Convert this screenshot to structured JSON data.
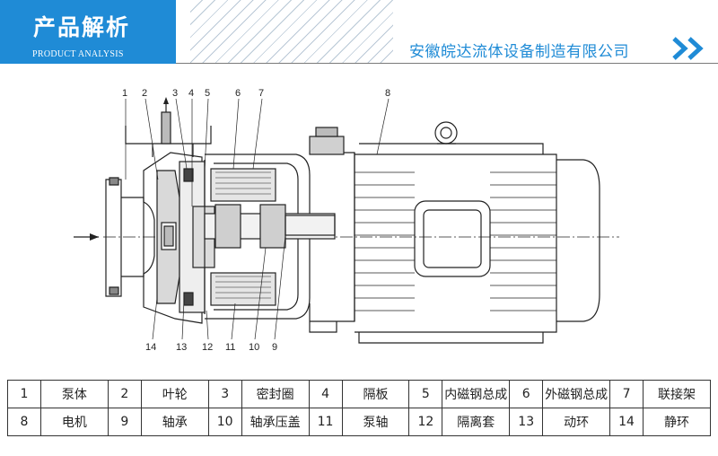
{
  "header": {
    "title": "产品解析",
    "subtitle": "PRODUCT ANALYSIS",
    "company": "安徽皖达流体设备制造有限公司",
    "accent_color": "#1f8bd6"
  },
  "diagram": {
    "callouts_top": [
      "1",
      "2",
      "3",
      "4",
      "5",
      "6",
      "7",
      "8"
    ],
    "callouts_bottom": [
      "14",
      "13",
      "12",
      "11",
      "10",
      "9"
    ]
  },
  "parts": [
    [
      {
        "num": "1",
        "name": "泵体"
      },
      {
        "num": "2",
        "name": "叶轮"
      },
      {
        "num": "3",
        "name": "密封圈"
      },
      {
        "num": "4",
        "name": "隔板"
      },
      {
        "num": "5",
        "name": "内磁钢总成"
      },
      {
        "num": "6",
        "name": "外磁钢总成"
      },
      {
        "num": "7",
        "name": "联接架"
      }
    ],
    [
      {
        "num": "8",
        "name": "电机"
      },
      {
        "num": "9",
        "name": "轴承"
      },
      {
        "num": "10",
        "name": "轴承压盖"
      },
      {
        "num": "11",
        "name": "泵轴"
      },
      {
        "num": "12",
        "name": "隔离套"
      },
      {
        "num": "13",
        "name": "动环"
      },
      {
        "num": "14",
        "name": "静环"
      }
    ]
  ]
}
